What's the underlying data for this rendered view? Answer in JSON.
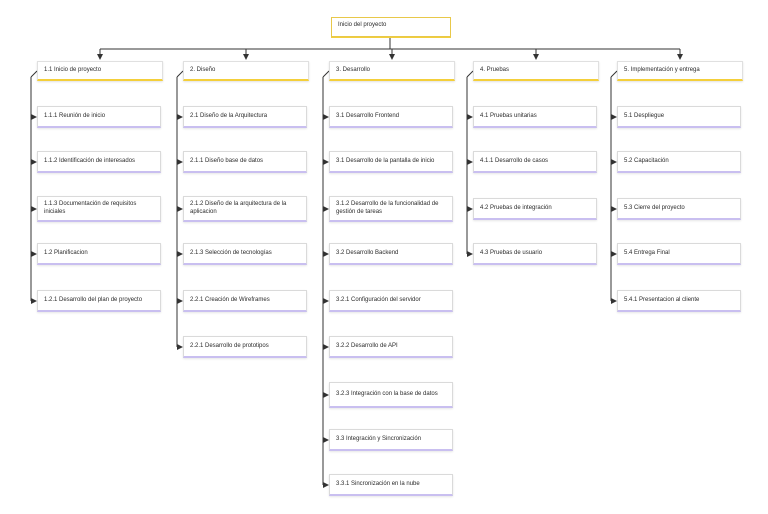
{
  "root": {
    "label": "Inicio del proyecto"
  },
  "columns": [
    {
      "header": "1.1 Inicio de proyecto",
      "items": [
        "1.1.1 Reunión de inicio",
        "1.1.2 Identificación de interesados",
        "1.1.3 Documentación de requisitos iniciales",
        "1.2 Planificacion",
        "1.2.1 Desarrollo del plan de proyecto"
      ]
    },
    {
      "header": "2. Diseño",
      "items": [
        "2.1 Diseño de la Arquitectura",
        "2.1.1 Diseño base de datos",
        "2.1.2 Diseño de la arquitectura de la aplicacion",
        "2.1.3 Selección de tecnologías",
        "2.2.1 Creación de Wireframes",
        "2.2.1 Desarrollo de prototipos"
      ]
    },
    {
      "header": "3. Desarrollo",
      "items": [
        "3.1 Desarrollo Frontend",
        "3.1 Desarrollo de la pantalla de inicio",
        "3.1.2 Desarrollo de la funcionalidad de gestión de tareas",
        "3.2 Desarrollo Backend",
        "3.2.1 Configuración del servidor",
        "3.2.2 Desarrollo de API",
        "3.2.3 Integración con la base de datos",
        "3.3 Integración y Sincronización",
        "3.3.1 Sincronización en la nube"
      ]
    },
    {
      "header": "4. Pruebas",
      "items": [
        "4.1 Pruebas unitarias",
        "4.1.1 Desarrollo de casos",
        "4.2 Pruebas de integración",
        "4.3 Pruebas de usuario"
      ]
    },
    {
      "header": "5. Implementación y entrega",
      "items": [
        "5.1 Despliegue",
        "5.2 Capacitación",
        "5.3 Cierre del proyecto",
        "5.4 Entrega Final",
        "5.4.1 Presentacion al cliente"
      ]
    }
  ]
}
